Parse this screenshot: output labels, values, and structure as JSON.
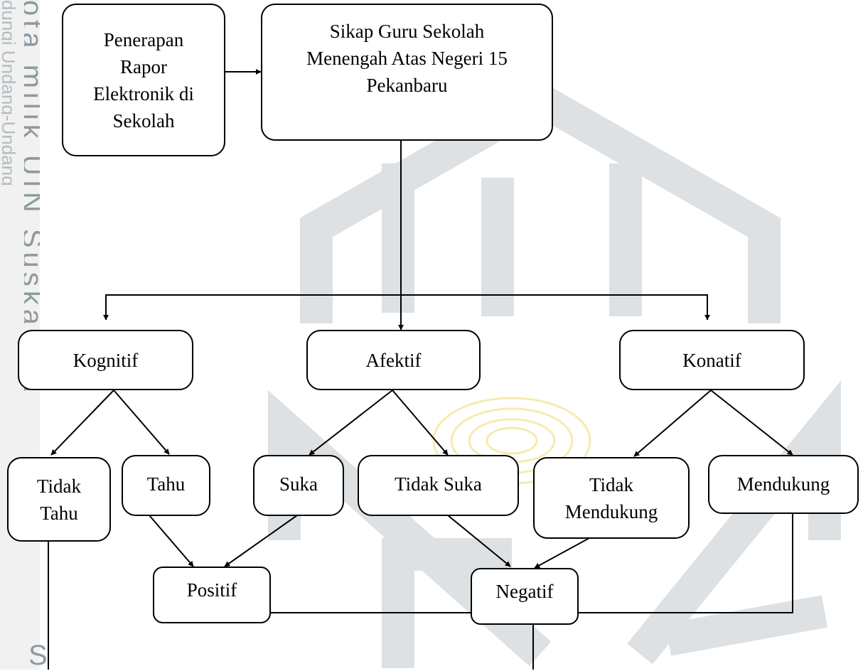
{
  "watermark": {
    "vertical_text": "ota milik UIN Suska Ria",
    "left_text": "dungi Undang-Undang",
    "bottom_letter": "S"
  },
  "nodes": {
    "penerapan": "Penerapan\nRapor\nElektronik di\nSekolah",
    "sikap": "Sikap Guru Sekolah\nMenengah Atas Negeri 15\nPekanbaru",
    "kognitif": "Kognitif",
    "afektif": "Afektif",
    "konatif": "Konatif",
    "tidak_tahu": "Tidak\nTahu",
    "tahu": "Tahu",
    "suka": "Suka",
    "tidak_suka": "Tidak Suka",
    "tidak_mendukung": "Tidak\nMendukung",
    "mendukung": "Mendukung",
    "positif": "Positif",
    "negatif": "Negatif"
  },
  "colors": {
    "line": "#000000",
    "watermark_text": "#8d9aa0",
    "watermark_logo": "#d6dadc",
    "watermark_logo_center": "#f3e39a"
  }
}
